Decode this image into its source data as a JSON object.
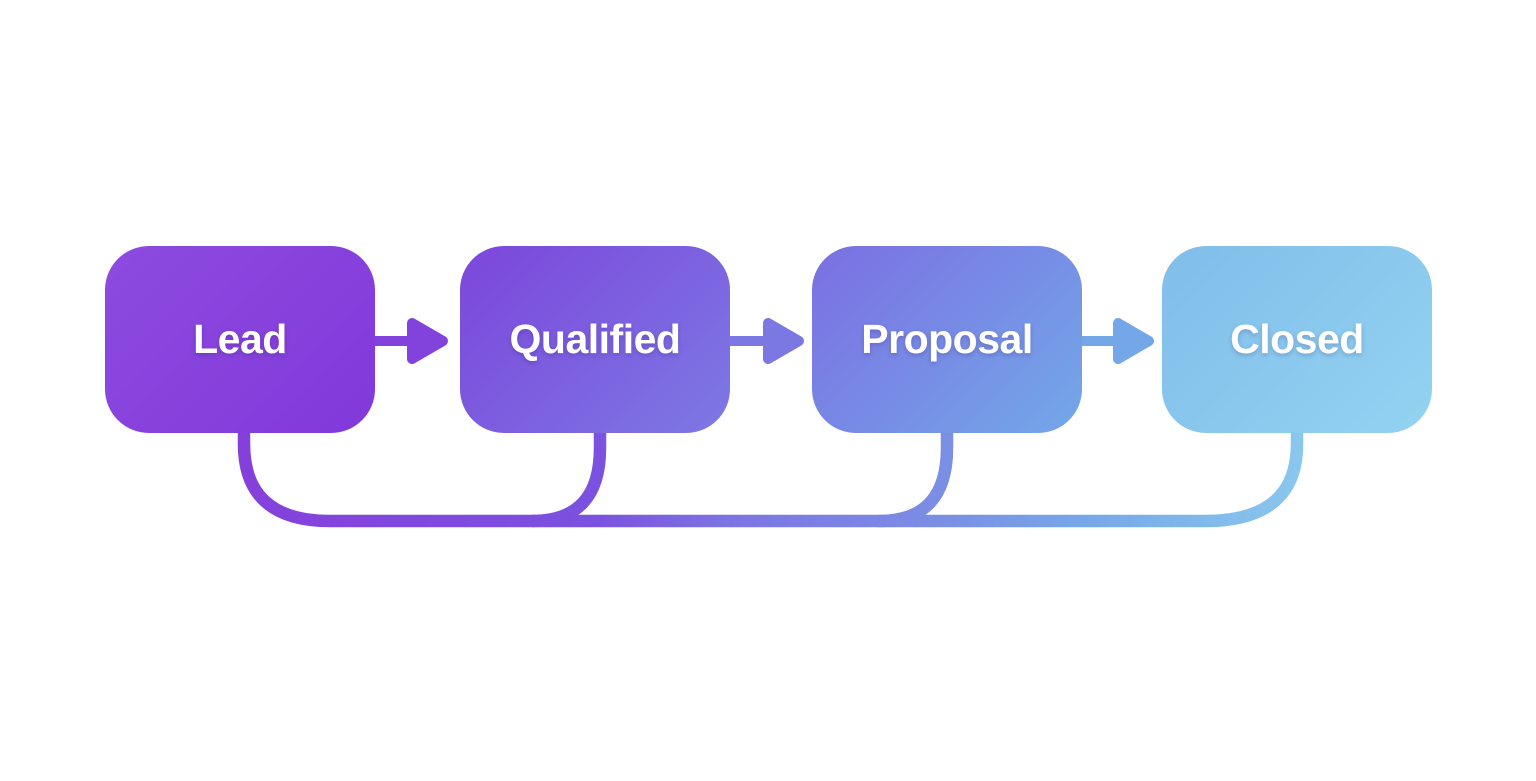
{
  "diagram": {
    "background_color": "#FFFFFF",
    "label_color": "#FFFFFF",
    "stages": [
      {
        "label": "Lead",
        "color_from": "#8D4BE0",
        "color_to": "#8139D9"
      },
      {
        "label": "Qualified",
        "color_from": "#7C46DB",
        "color_to": "#7D79E4"
      },
      {
        "label": "Proposal",
        "color_from": "#7B6FE2",
        "color_to": "#73A8E8"
      },
      {
        "label": "Closed",
        "color_from": "#80BDEA",
        "color_to": "#93D3F1"
      }
    ],
    "arrows": [
      {
        "name": "lead-to-qualified",
        "color": "#8243DC"
      },
      {
        "name": "qualified-to-proposal",
        "color": "#7B77E3"
      },
      {
        "name": "proposal-to-closed",
        "color": "#73A7E8"
      }
    ],
    "return_line": {
      "gradient": [
        "#8540DC",
        "#7B52DF",
        "#7D74E3",
        "#7B8FE5",
        "#76A7E8",
        "#89C7ED"
      ]
    }
  }
}
